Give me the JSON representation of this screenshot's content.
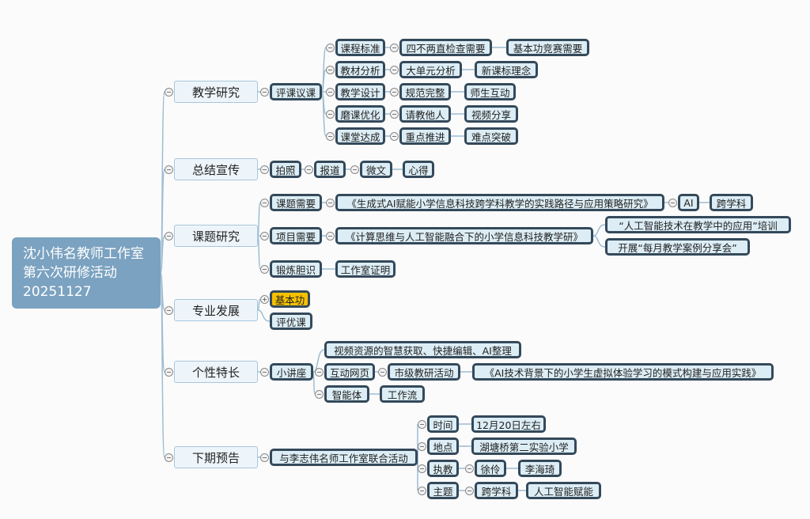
{
  "colors": {
    "root": "#7ba2c0",
    "link": "#9dbdd3",
    "node_border": "#34495a",
    "node_bg": "#dcedf5",
    "highlight": "#f7c100"
  },
  "nodes": [
    {
      "id": "root",
      "label": "沈小伟名教师工作室\n第六次研修活动\n20251127"
    },
    {
      "id": "a",
      "parent": "root",
      "label": "教学研究"
    },
    {
      "id": "a1",
      "parent": "a",
      "label": "评课议课"
    },
    {
      "id": "a11",
      "parent": "a1",
      "label": "课程标准"
    },
    {
      "id": "a111",
      "parent": "a11",
      "label": "四不两直检查需要"
    },
    {
      "id": "a1111",
      "parent": "a111",
      "label": "基本功竞赛需要"
    },
    {
      "id": "a12",
      "parent": "a1",
      "label": "教材分析"
    },
    {
      "id": "a121",
      "parent": "a12",
      "label": "大单元分析"
    },
    {
      "id": "a1211",
      "parent": "a121",
      "label": "新课标理念"
    },
    {
      "id": "a13",
      "parent": "a1",
      "label": "教学设计"
    },
    {
      "id": "a131",
      "parent": "a13",
      "label": "规范完整"
    },
    {
      "id": "a1311",
      "parent": "a131",
      "label": "师生互动"
    },
    {
      "id": "a14",
      "parent": "a1",
      "label": "磨课优化"
    },
    {
      "id": "a141",
      "parent": "a14",
      "label": "请教他人"
    },
    {
      "id": "a1411",
      "parent": "a141",
      "label": "视频分享"
    },
    {
      "id": "a15",
      "parent": "a1",
      "label": "课堂达成"
    },
    {
      "id": "a151",
      "parent": "a15",
      "label": "重点推进"
    },
    {
      "id": "a1511",
      "parent": "a151",
      "label": "难点突破"
    },
    {
      "id": "b",
      "parent": "root",
      "label": "总结宣传"
    },
    {
      "id": "b1",
      "parent": "b",
      "label": "拍照"
    },
    {
      "id": "b2",
      "parent": "b1",
      "label": "报道"
    },
    {
      "id": "b3",
      "parent": "b2",
      "label": "微文"
    },
    {
      "id": "b4",
      "parent": "b3",
      "label": "心得"
    },
    {
      "id": "c",
      "parent": "root",
      "label": "课题研究"
    },
    {
      "id": "c1",
      "parent": "c",
      "label": "课题需要"
    },
    {
      "id": "c11",
      "parent": "c1",
      "label": "《生成式AI赋能小学信息科技跨学科教学的实践路径与应用策略研究》"
    },
    {
      "id": "c111",
      "parent": "c11",
      "label": "AI"
    },
    {
      "id": "c1111",
      "parent": "c111",
      "label": "跨学科"
    },
    {
      "id": "c2",
      "parent": "c",
      "label": "项目需要"
    },
    {
      "id": "c21",
      "parent": "c2",
      "label": "《计算思维与人工智能融合下的小学信息科技教学研》"
    },
    {
      "id": "c211",
      "parent": "c21",
      "label": "“人工智能技术在教学中的应用”培训"
    },
    {
      "id": "c212",
      "parent": "c21",
      "label": "开展“每月教学案例分享会”"
    },
    {
      "id": "c3",
      "parent": "c",
      "label": "锻炼胆识"
    },
    {
      "id": "c31",
      "parent": "c3",
      "label": "工作室证明"
    },
    {
      "id": "d",
      "parent": "root",
      "label": "专业发展"
    },
    {
      "id": "d1",
      "parent": "d",
      "label": "基本功",
      "highlight": true,
      "collapsed": true
    },
    {
      "id": "d2",
      "parent": "d",
      "label": "评优课"
    },
    {
      "id": "e",
      "parent": "root",
      "label": "个性特长"
    },
    {
      "id": "e1",
      "parent": "e",
      "label": "小讲座"
    },
    {
      "id": "e11",
      "parent": "e1",
      "label": "视频资源的智慧获取、快捷编辑、AI整理"
    },
    {
      "id": "e12",
      "parent": "e1",
      "label": "互动网页"
    },
    {
      "id": "e121",
      "parent": "e12",
      "label": "市级教研活动"
    },
    {
      "id": "e1211",
      "parent": "e121",
      "label": "《AI技术背景下的小学生虚拟体验学习的模式构建与应用实践》"
    },
    {
      "id": "e13",
      "parent": "e1",
      "label": "智能体"
    },
    {
      "id": "e131",
      "parent": "e13",
      "label": "工作流"
    },
    {
      "id": "f",
      "parent": "root",
      "label": "下期预告"
    },
    {
      "id": "f1",
      "parent": "f",
      "label": "与李志伟名师工作室联合活动"
    },
    {
      "id": "f11",
      "parent": "f1",
      "label": "时间"
    },
    {
      "id": "f111",
      "parent": "f11",
      "label": "12月20日左右"
    },
    {
      "id": "f12",
      "parent": "f1",
      "label": "地点"
    },
    {
      "id": "f121",
      "parent": "f12",
      "label": "湖塘桥第二实验小学"
    },
    {
      "id": "f13",
      "parent": "f1",
      "label": "执教"
    },
    {
      "id": "f131",
      "parent": "f13",
      "label": "徐伶"
    },
    {
      "id": "f1311",
      "parent": "f131",
      "label": "李海琦"
    },
    {
      "id": "f14",
      "parent": "f1",
      "label": "主题"
    },
    {
      "id": "f141",
      "parent": "f14",
      "label": "跨学科"
    },
    {
      "id": "f1411",
      "parent": "f141",
      "label": "人工智能赋能"
    }
  ]
}
